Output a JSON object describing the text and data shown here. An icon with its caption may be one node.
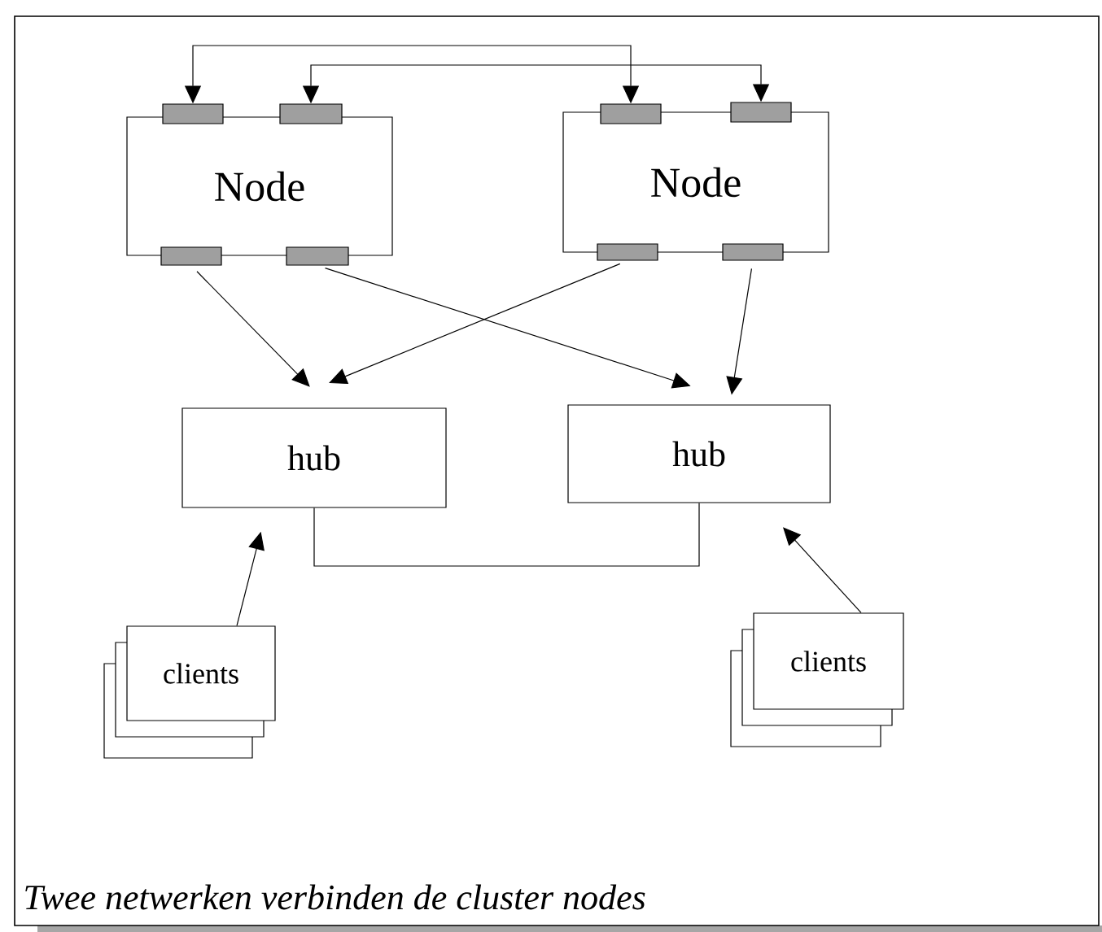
{
  "diagram": {
    "caption": "Twee netwerken verbinden de cluster nodes",
    "nodes": [
      {
        "text": [
          "Node"
        ]
      },
      {
        "text": [
          "Node"
        ]
      },
      {
        "text": [],
        "shape": "box"
      },
      {
        "text": [],
        "shape": "box"
      },
      {
        "text": [],
        "shape": "box"
      },
      {
        "text": [],
        "shape": "box"
      },
      {
        "text": [],
        "shape": "box"
      },
      {
        "text": [],
        "shape": "box"
      },
      {
        "text": [],
        "shape": "box"
      },
      {
        "text": [],
        "shape": "box"
      },
      {
        "text": [
          "hub"
        ]
      },
      {
        "text": [
          "hub"
        ]
      },
      {
        "text": [
          "clients"
        ]
      },
      {
        "text": [
          "clients"
        ]
      }
    ],
    "edges": [
      {
        "from": 2,
        "to": 4,
        "arrow": "both"
      },
      {
        "from": 3,
        "to": 5,
        "arrow": "both"
      },
      {
        "from": 6,
        "to": 10,
        "arrow": "to"
      },
      {
        "from": 7,
        "to": 11,
        "arrow": "to"
      },
      {
        "from": 8,
        "to": 10,
        "arrow": "to"
      },
      {
        "from": 9,
        "to": 11,
        "arrow": "to"
      },
      {
        "from": 10,
        "to": 11,
        "arrow": "none"
      },
      {
        "from": 12,
        "to": 10,
        "arrow": "to"
      },
      {
        "from": 13,
        "to": 11,
        "arrow": "to"
      }
    ]
  }
}
